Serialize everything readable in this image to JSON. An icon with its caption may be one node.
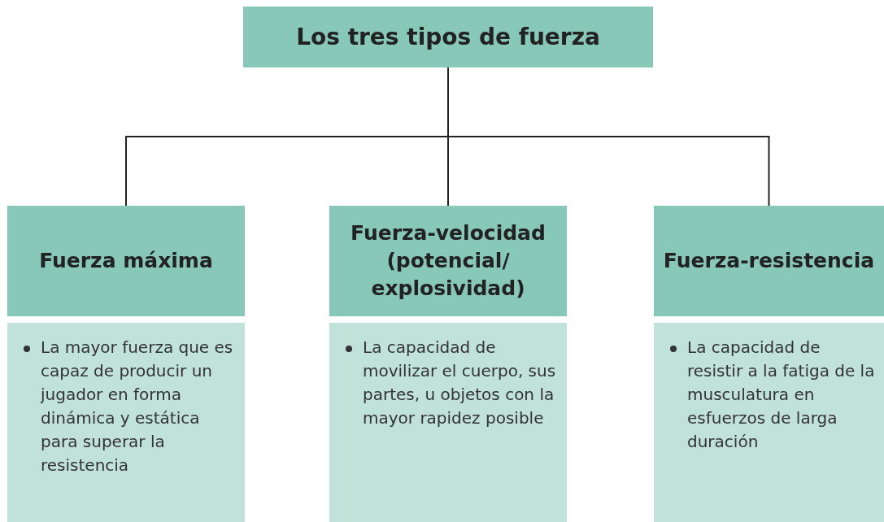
{
  "diagram": {
    "nodes": [
      {
        "text": [
          "Los tres tipos de fuerza"
        ]
      },
      {
        "text": [
          "Fuerza máxima"
        ]
      },
      {
        "text": [
          "Fuerza-velocidad (potencial/ explosividad)"
        ]
      },
      {
        "text": [
          "Fuerza-resistencia"
        ]
      },
      {
        "text": [
          "La mayor fuerza que es capaz de producir un jugador en forma dinámica y estática para superar la resistencia"
        ]
      },
      {
        "text": [
          "La capacidad de movilizar el cuerpo, sus partes, u objetos con la mayor rapidez posible"
        ]
      },
      {
        "text": [
          "La capacidad de resistir a la fatiga de la musculatura en esfuerzos de larga duración"
        ]
      }
    ],
    "edges": [
      {
        "from": 0,
        "to": 1,
        "arrow": "none"
      },
      {
        "from": 0,
        "to": 2,
        "arrow": "none"
      },
      {
        "from": 0,
        "to": 3,
        "arrow": "none"
      }
    ]
  }
}
